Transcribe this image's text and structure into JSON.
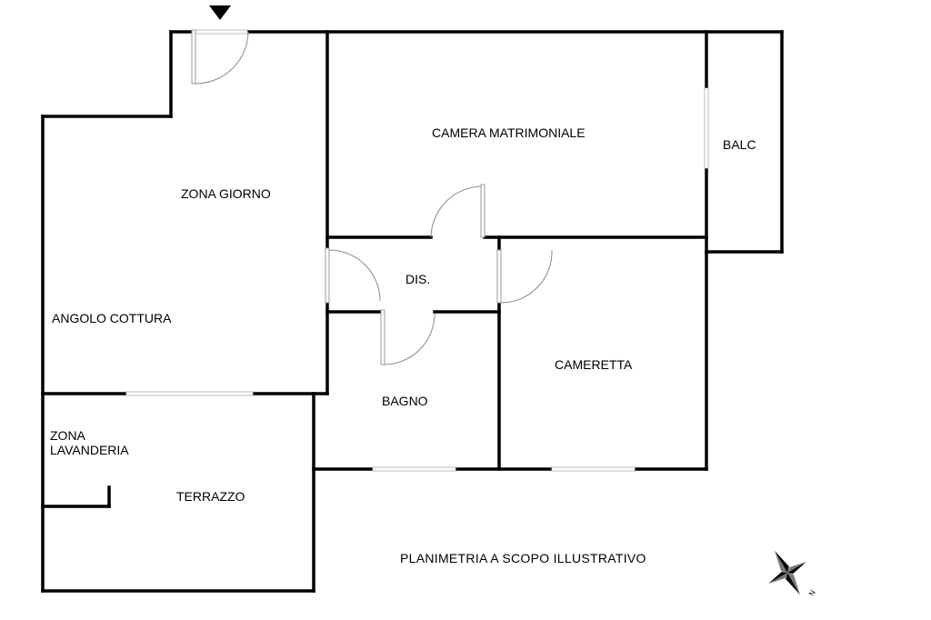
{
  "rooms": {
    "zona_giorno": "ZONA GIORNO",
    "camera_matrimoniale": "CAMERA MATRIMONIALE",
    "balc": "BALC",
    "dis": "DIS.",
    "angolo_cottura": "ANGOLO COTTURA",
    "bagno": "BAGNO",
    "cameretta": "CAMERETTA",
    "zona_lavanderia_line1": "ZONA",
    "zona_lavanderia_line2": "LAVANDERIA",
    "terrazzo": "TERRAZZO"
  },
  "note": "PLANIMETRIA A SCOPO ILLUSTRATIVO",
  "compass": {
    "label": "N"
  },
  "entrance_marker": "entrance-arrow"
}
